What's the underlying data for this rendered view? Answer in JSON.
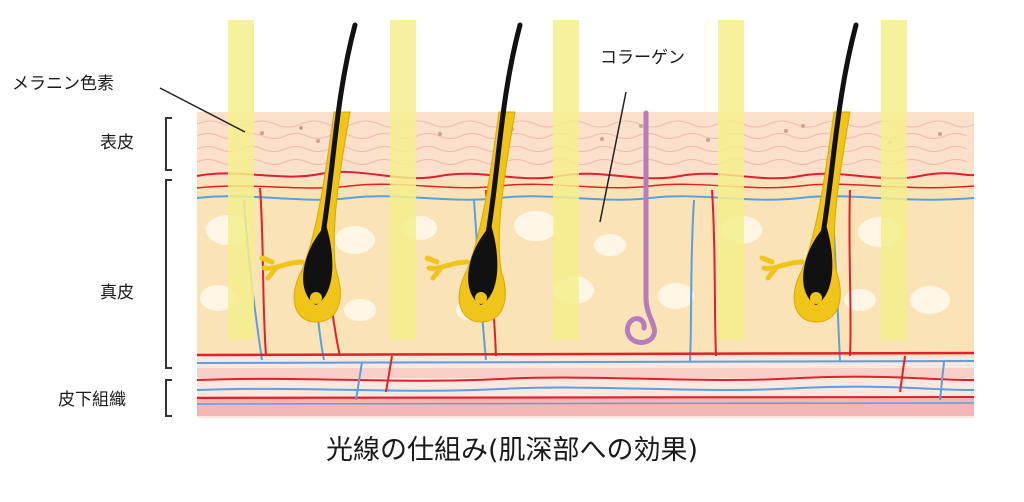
{
  "labels": {
    "melanin": "メラニン色素",
    "epidermis": "表皮",
    "dermis": "真皮",
    "subcutaneous": "皮下組織",
    "collagen": "コラーゲン"
  },
  "caption": "光線の仕組み(肌深部への効果)",
  "colors": {
    "light_beam": "#f4ee8c",
    "epidermis": "#fbe1cc",
    "dermis": "#fbe3b8",
    "dermis_spots": "#fff6e6",
    "red_vessel": "#e0202b",
    "blue_vessel": "#5aa0dc",
    "hair": "#111111",
    "follicle": "#f0c418",
    "collagen_fiber": "#b77cbc",
    "subcutaneous_band": "#f3b6b6"
  },
  "icons": {
    "hair": "hair-follicle-icon",
    "collagen": "collagen-fiber-icon",
    "light": "light-beam-icon"
  }
}
